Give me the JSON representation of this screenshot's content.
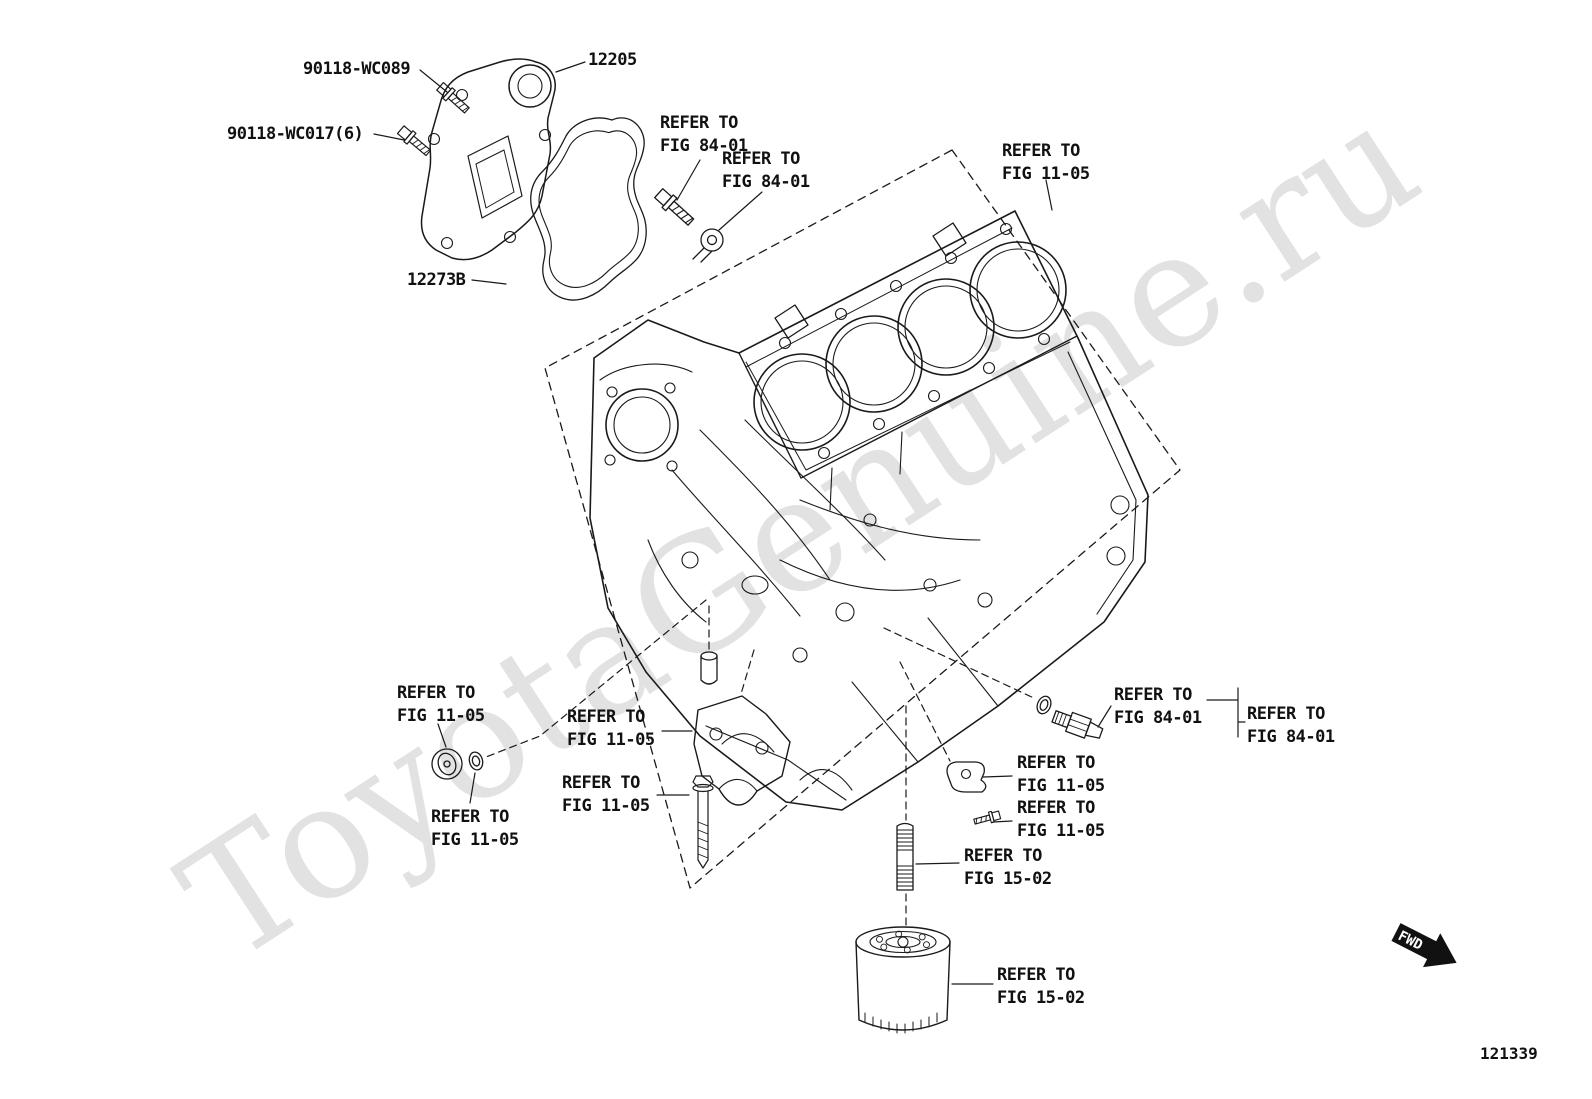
{
  "watermark": "ToyotaGenuine.ru",
  "figure_number": "121339",
  "fwd_label": "FWD",
  "part_labels": {
    "p12205": "12205",
    "p90118_wc089": "90118-WC089",
    "p90118_wc017_6": "90118-WC017(6)",
    "p12273b": "12273B"
  },
  "callouts": [
    {
      "line1": "REFER TO",
      "line2": "FIG 84-01"
    },
    {
      "line1": "REFER TO",
      "line2": "FIG 84-01"
    },
    {
      "line1": "REFER TO",
      "line2": "FIG 11-05"
    },
    {
      "line1": "REFER TO",
      "line2": "FIG 11-05"
    },
    {
      "line1": "REFER TO",
      "line2": "FIG 11-05"
    },
    {
      "line1": "REFER TO",
      "line2": "FIG 11-05"
    },
    {
      "line1": "REFER TO",
      "line2": "FIG 11-05"
    },
    {
      "line1": "REFER TO",
      "line2": "FIG 84-01"
    },
    {
      "line1": "REFER TO",
      "line2": "FIG 84-01"
    },
    {
      "line1": "REFER TO",
      "line2": "FIG 11-05"
    },
    {
      "line1": "REFER TO",
      "line2": "FIG 11-05"
    },
    {
      "line1": "REFER TO",
      "line2": "FIG 15-02"
    },
    {
      "line1": "REFER TO",
      "line2": "FIG 15-02"
    }
  ]
}
